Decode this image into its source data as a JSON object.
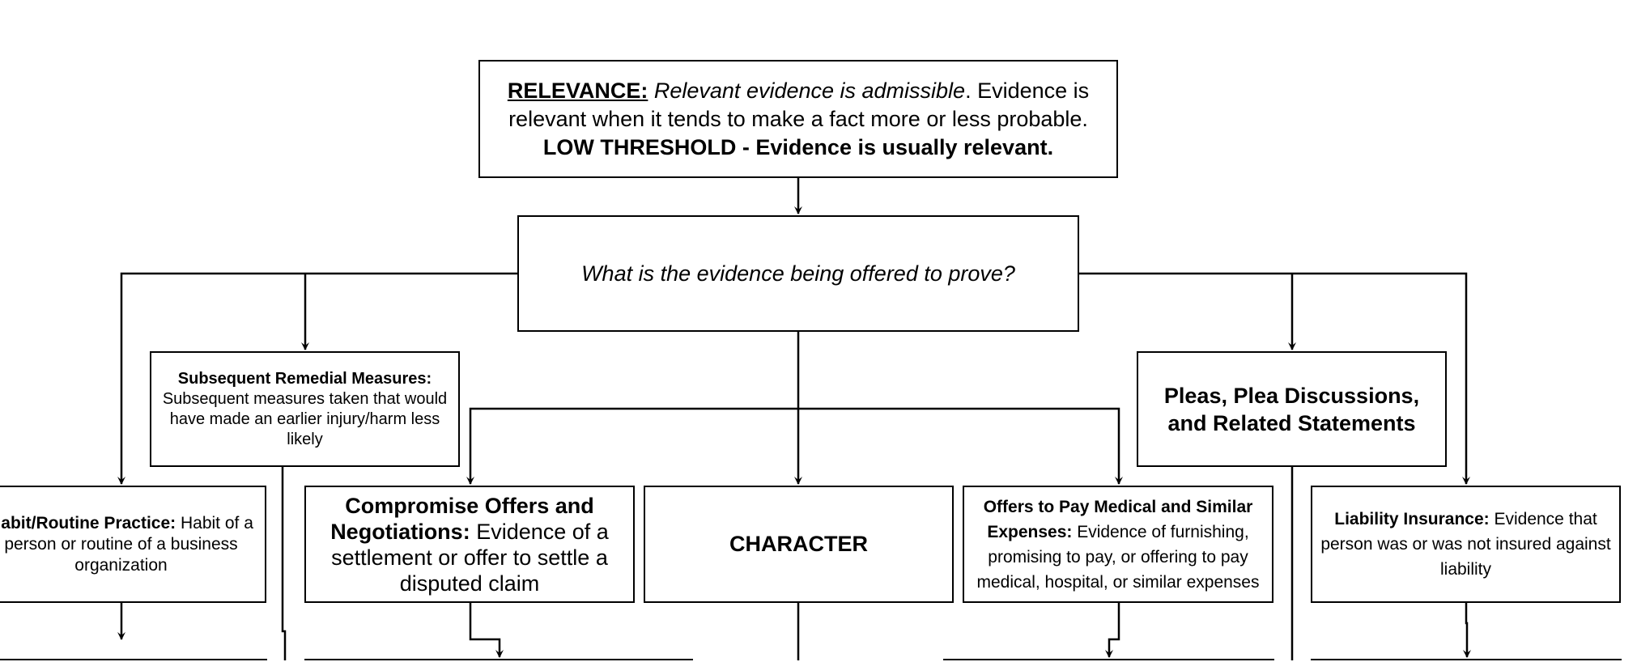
{
  "relevance": {
    "heading": "RELEVANCE:",
    "italic_text": "Relevant evidence is admissible",
    "body_text": ". Evidence is relevant when it tends to make a fact more or less probable.",
    "emphasis": "LOW THRESHOLD - Evidence is usually relevant."
  },
  "question": {
    "text": "What is the evidence being offered to prove?"
  },
  "subsequent_remedial": {
    "title": "Subsequent Remedial Measures:",
    "body": "Subsequent measures taken that would have made an earlier injury/harm less likely"
  },
  "pleas": {
    "title": "Pleas, Plea Discussions, and Related Statements"
  },
  "habit": {
    "title": "Habit/Routine Practice:",
    "body": " Habit of a person or routine of a business organization"
  },
  "compromise": {
    "title": "Compromise Offers and Negotiations:",
    "body": " Evidence of a settlement or offer to settle a disputed claim"
  },
  "character": {
    "title": "CHARACTER"
  },
  "medical": {
    "title": "Offers to Pay Medical and Similar Expenses:",
    "body": " Evidence of furnishing, promising to pay, or offering to pay medical, hospital, or similar expenses"
  },
  "liability": {
    "title": "Liability Insurance:",
    "body": " Evidence that person was or was not insured against liability"
  },
  "colors": {
    "line": "#000000",
    "box_fill": "#ffffff",
    "background": "#ffffff"
  }
}
